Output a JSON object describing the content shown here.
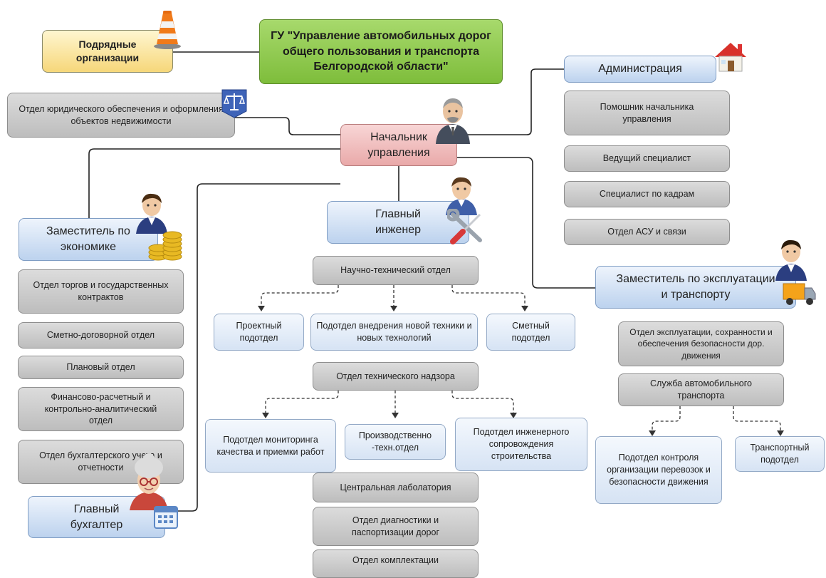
{
  "nodes": {
    "main": "ГУ \"Управление автомобильных дорог общего пользования и транспорта Белгородской области\"",
    "contractors": "Подрядные организации",
    "administration": "Администрация",
    "assistant": "Помошник начальника управления",
    "lead_specialist": "Ведущий специалист",
    "hr_specialist": "Специалист по кадрам",
    "asu_dept": "Отдел АСУ и связи",
    "legal_dept": "Отдел юридического обеспечения и оформления объектов недвижимости",
    "head": "Начальник управления",
    "chief_engineer": "Главный инженер",
    "deputy_economics": "Заместитель по экономике",
    "deputy_operations": "Заместитель по эксплуатации и транспорту",
    "trade_dept": "Отдел торгов и государственных контрактов",
    "estimate_contract_dept": "Сметно-договорной отдел",
    "planning_dept": "Плановый отдел",
    "finance_dept": "Финансово-расчетный и контрольно-аналитический отдел",
    "accounting_dept": "Отдел бухгалтерского учета и отчетности",
    "chief_accountant": "Главный бухгалтер",
    "research_dept": "Научно-технический отдел",
    "design_subdept": "Проектный подотдел",
    "innovation_subdept": "Подотдел внедрения новой техники и новых технологий",
    "estimate_subdept": "Сметный подотдел",
    "tech_supervision_dept": "Отдел технического надзора",
    "monitoring_subdept": "Подотдел мониторинга качества и приемки работ",
    "production_dept": "Производственно -техн.отдел",
    "engineering_support_subdept": "Подотдел инженерного сопровождения строительства",
    "central_lab": "Центральная лаболатория",
    "diagnostics_dept": "Отдел диагностики и паспортизации дорог",
    "equipment_dept": "Отдел комплектации",
    "operations_dept": "Отдел эксплуатации, сохранности и обеспечения безопасности дор. движения",
    "transport_service": "Служба автомобильного транспорта",
    "transport_control_subdept": "Подотдел контроля организации перевозок и безопасности движения",
    "transport_subdept": "Транспортный подотдел"
  },
  "icons": [
    "traffic-cone-icon",
    "house-icon",
    "scales-icon",
    "manager-icon",
    "engineer-icon",
    "wrench-screwdriver-icon",
    "economist-icon",
    "coins-icon",
    "deputy-icon",
    "truck-icon",
    "accountant-icon",
    "calendar-icon"
  ],
  "colors": {
    "gray_node": "#c9c9c9",
    "blue_node": "#d6e3f4",
    "red_node": "#e9a9a9",
    "yellow_node": "#f6d77a",
    "green_node": "#7ebd3b",
    "connector": "#222222"
  }
}
